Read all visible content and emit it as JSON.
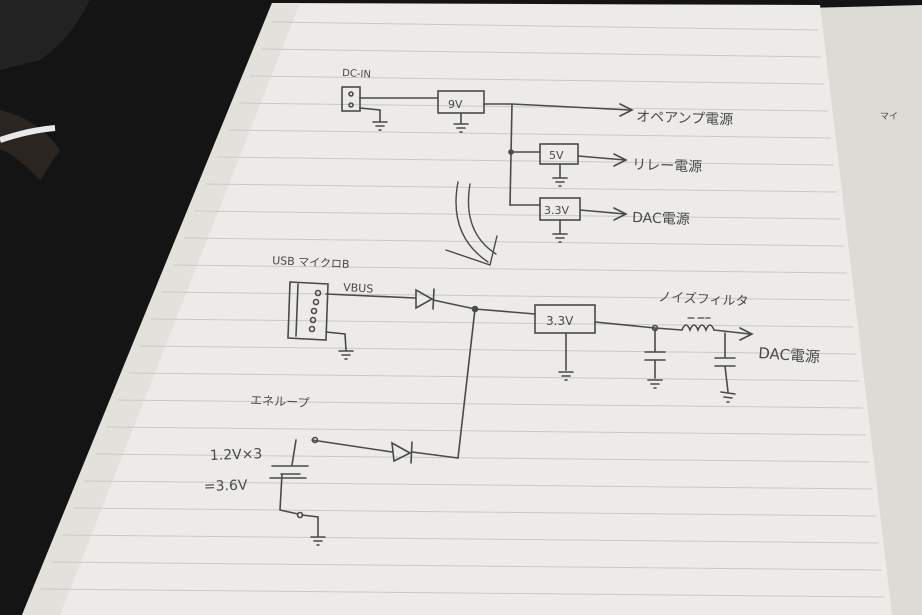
{
  "notebook": {
    "top": {
      "dc_in_label": "DC-IN",
      "reg_9v": "9V",
      "reg_5v": "5V",
      "reg_33v": "3.3V",
      "out_opamp": "オペアンプ電源",
      "out_relay": "リレー電源",
      "out_dac": "DAC電源"
    },
    "bottom": {
      "usb_label": "USB マイクロB",
      "vbus_label": "VBUS",
      "reg_33v": "3.3V",
      "noise_filter": "ノイズフィルタ",
      "out_dac": "DAC電源",
      "eneloop_label": "エネループ",
      "battery_spec": "1.2V×3",
      "battery_total": "=3.6V"
    },
    "right_page_fragment": "マイ"
  },
  "colors": {
    "background": "#141414",
    "paper": "#ecebe8",
    "ruled_line": "#c9c9cc",
    "ink": "#4a4a4a"
  }
}
